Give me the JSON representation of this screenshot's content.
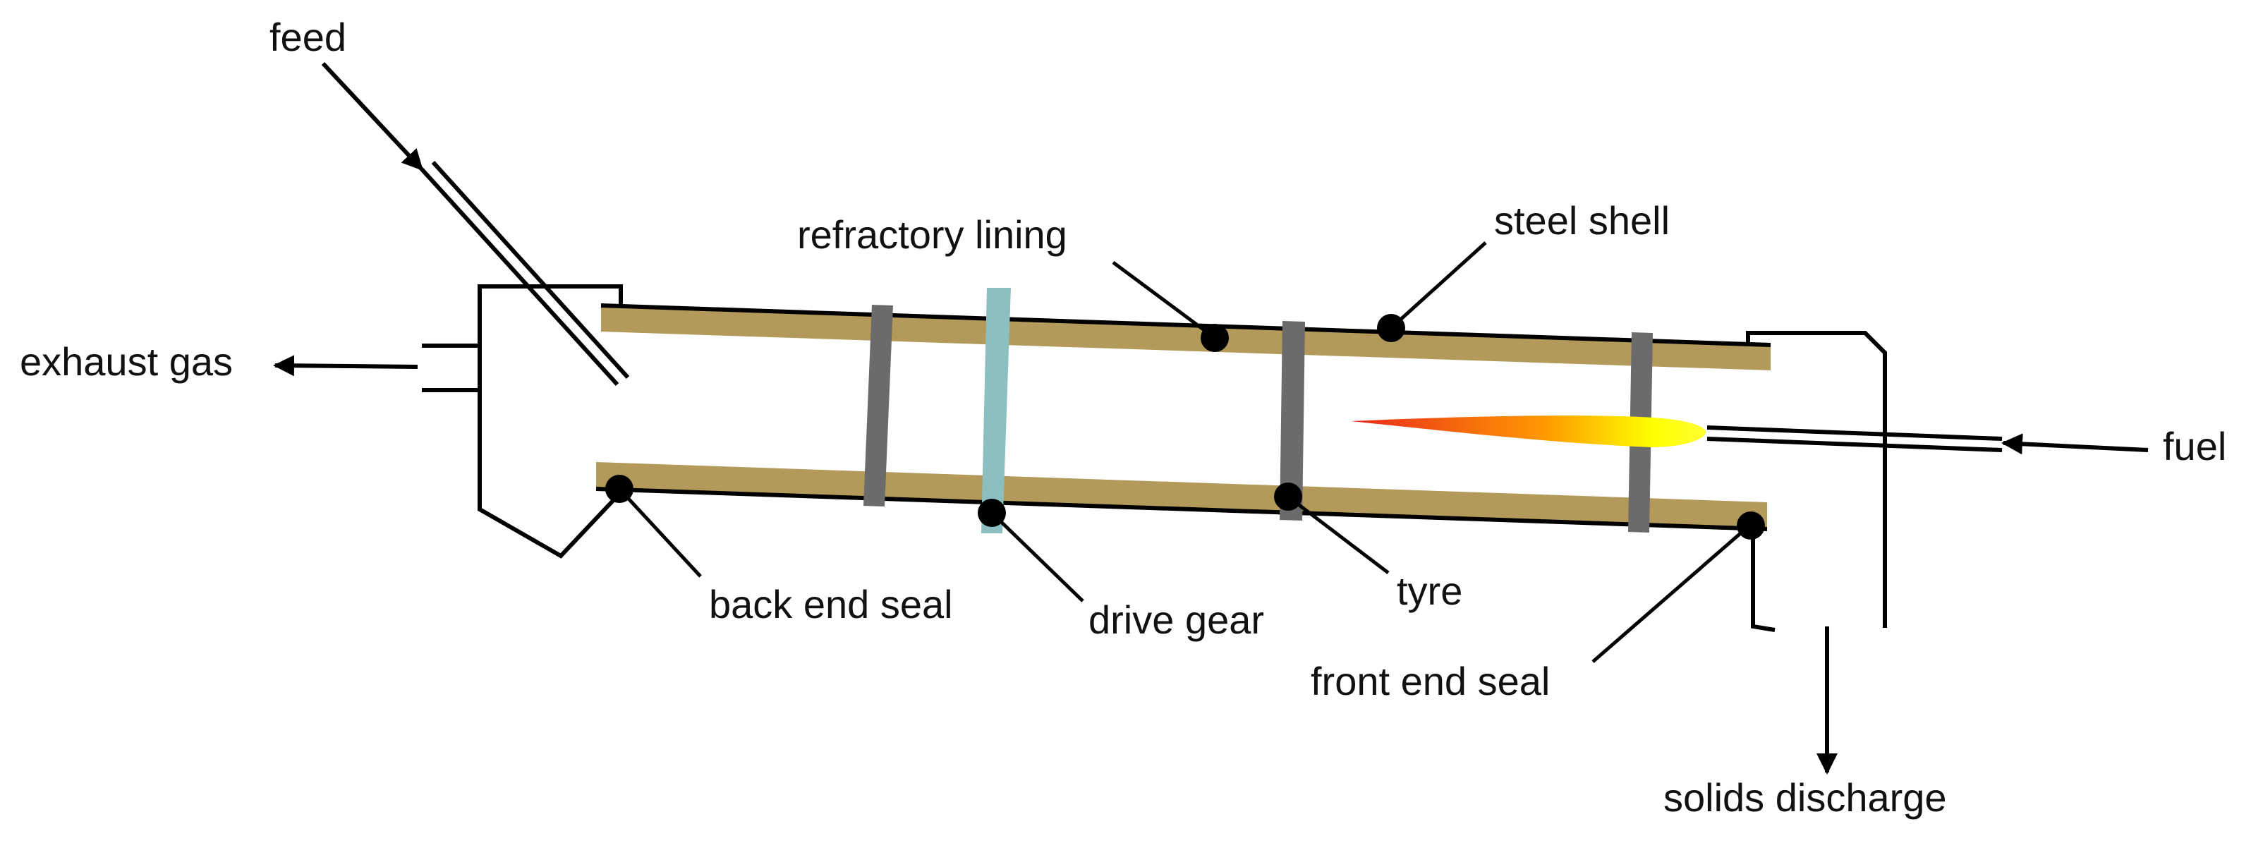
{
  "labels": {
    "feed": "feed",
    "exhaust_gas": "exhaust gas",
    "refractory_lining": "refractory lining",
    "steel_shell": "steel shell",
    "fuel": "fuel",
    "back_end_seal": "back end seal",
    "drive_gear": "drive gear",
    "tyre": "tyre",
    "front_end_seal": "front end seal",
    "solids_discharge": "solids discharge"
  },
  "colors": {
    "refractory": "#b39a5a",
    "steel": "#000000",
    "tyre": "#6b6b6b",
    "drive_gear": "#8cc0c0",
    "flame_start": "#e8281c",
    "flame_mid": "#ff9a00",
    "flame_end": "#ffff00",
    "marker": "#000000"
  },
  "icons": {
    "flame": "flame-icon",
    "arrow": "arrow-icon",
    "dot": "leader-dot-icon"
  }
}
